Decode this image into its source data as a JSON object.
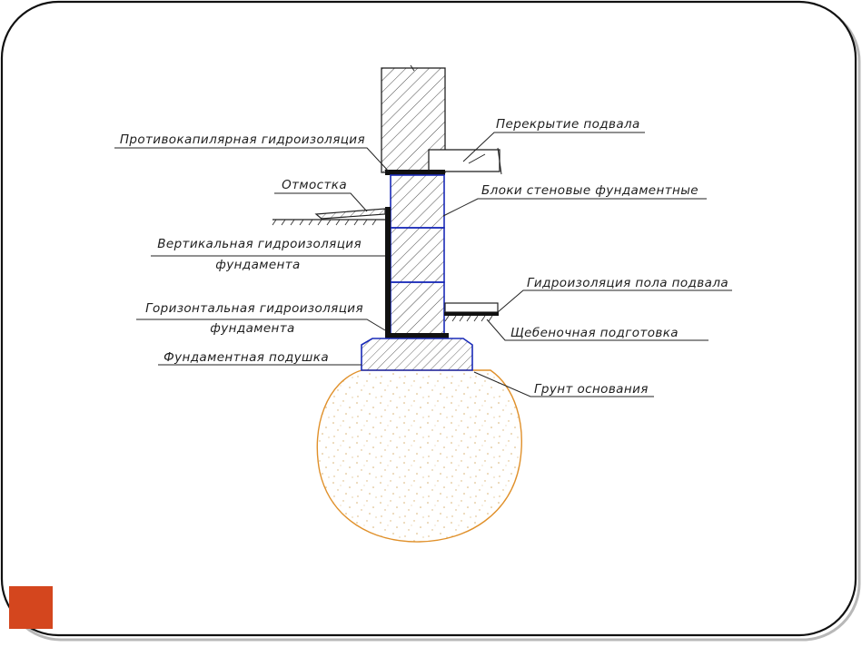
{
  "diagram": {
    "labels": {
      "protivokapil": "Противокапилярная гидроизоляция",
      "otmostka": "Отмостка",
      "vertikal_1": "Вертикальная гидроизоляция",
      "vertikal_2": "фундамента",
      "gorizont_1": "Горизонтальная гидроизоляция",
      "gorizont_2": "фундамента",
      "podushka": "Фундаментная подушка",
      "perekrytie": "Перекрытие подвала",
      "bloki": "Блоки стеновые фундаментные",
      "gidro_pola": "Гидроизоляция пола подвала",
      "shheben": "Щебеночная подготовка",
      "grunt": "Грунт основания"
    }
  },
  "colors": {
    "accent_square": "#d4461e",
    "frame": "#111111",
    "block_outline": "#1a2bb8",
    "soil_outline": "#e0902a",
    "soil_dots": "#d8b070",
    "hatch": "#333333",
    "membrane": "#111111"
  }
}
